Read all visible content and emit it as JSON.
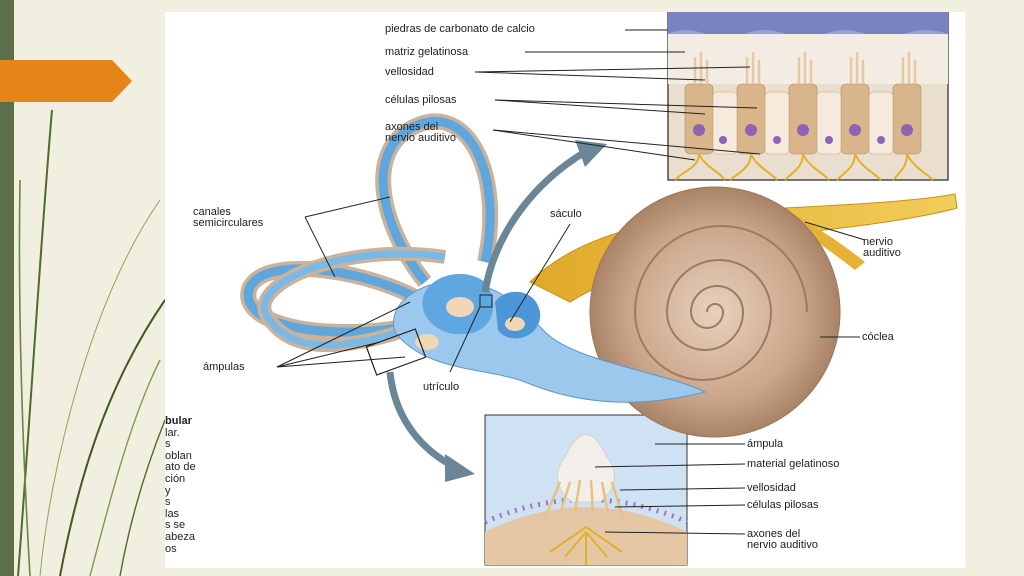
{
  "slide": {
    "accent_color": "#e58417",
    "bar_color": "#5d6e4a",
    "background_color": "#f1efdf"
  },
  "labels": {
    "piedras": "piedras de carbonato de calcio",
    "matriz": "matriz gelatinosa",
    "vellosidad_top": "vellosidad",
    "celulas_top": "células pilosas",
    "axones_top": "axones del\nnervio auditivo",
    "canales": "canales\nsemicirculares",
    "saculo": "sáculo",
    "nervio": "nervio\nauditivo",
    "coclea": "cóclea",
    "ampulas": "ámpulas",
    "utriculo": "utrículo",
    "ampula": "ámpula",
    "material": "material gelatinoso",
    "vellosidad_bottom": "vellosidad",
    "celulas_bottom": "células pilosas",
    "axones_bottom": "axones del\nnervio auditivo"
  },
  "caption_fragments": [
    "bular",
    "lar.",
    "s",
    "oblan",
    "ato de",
    "ción",
    "y",
    "s",
    "las",
    "s se",
    "abeza",
    "os"
  ]
}
